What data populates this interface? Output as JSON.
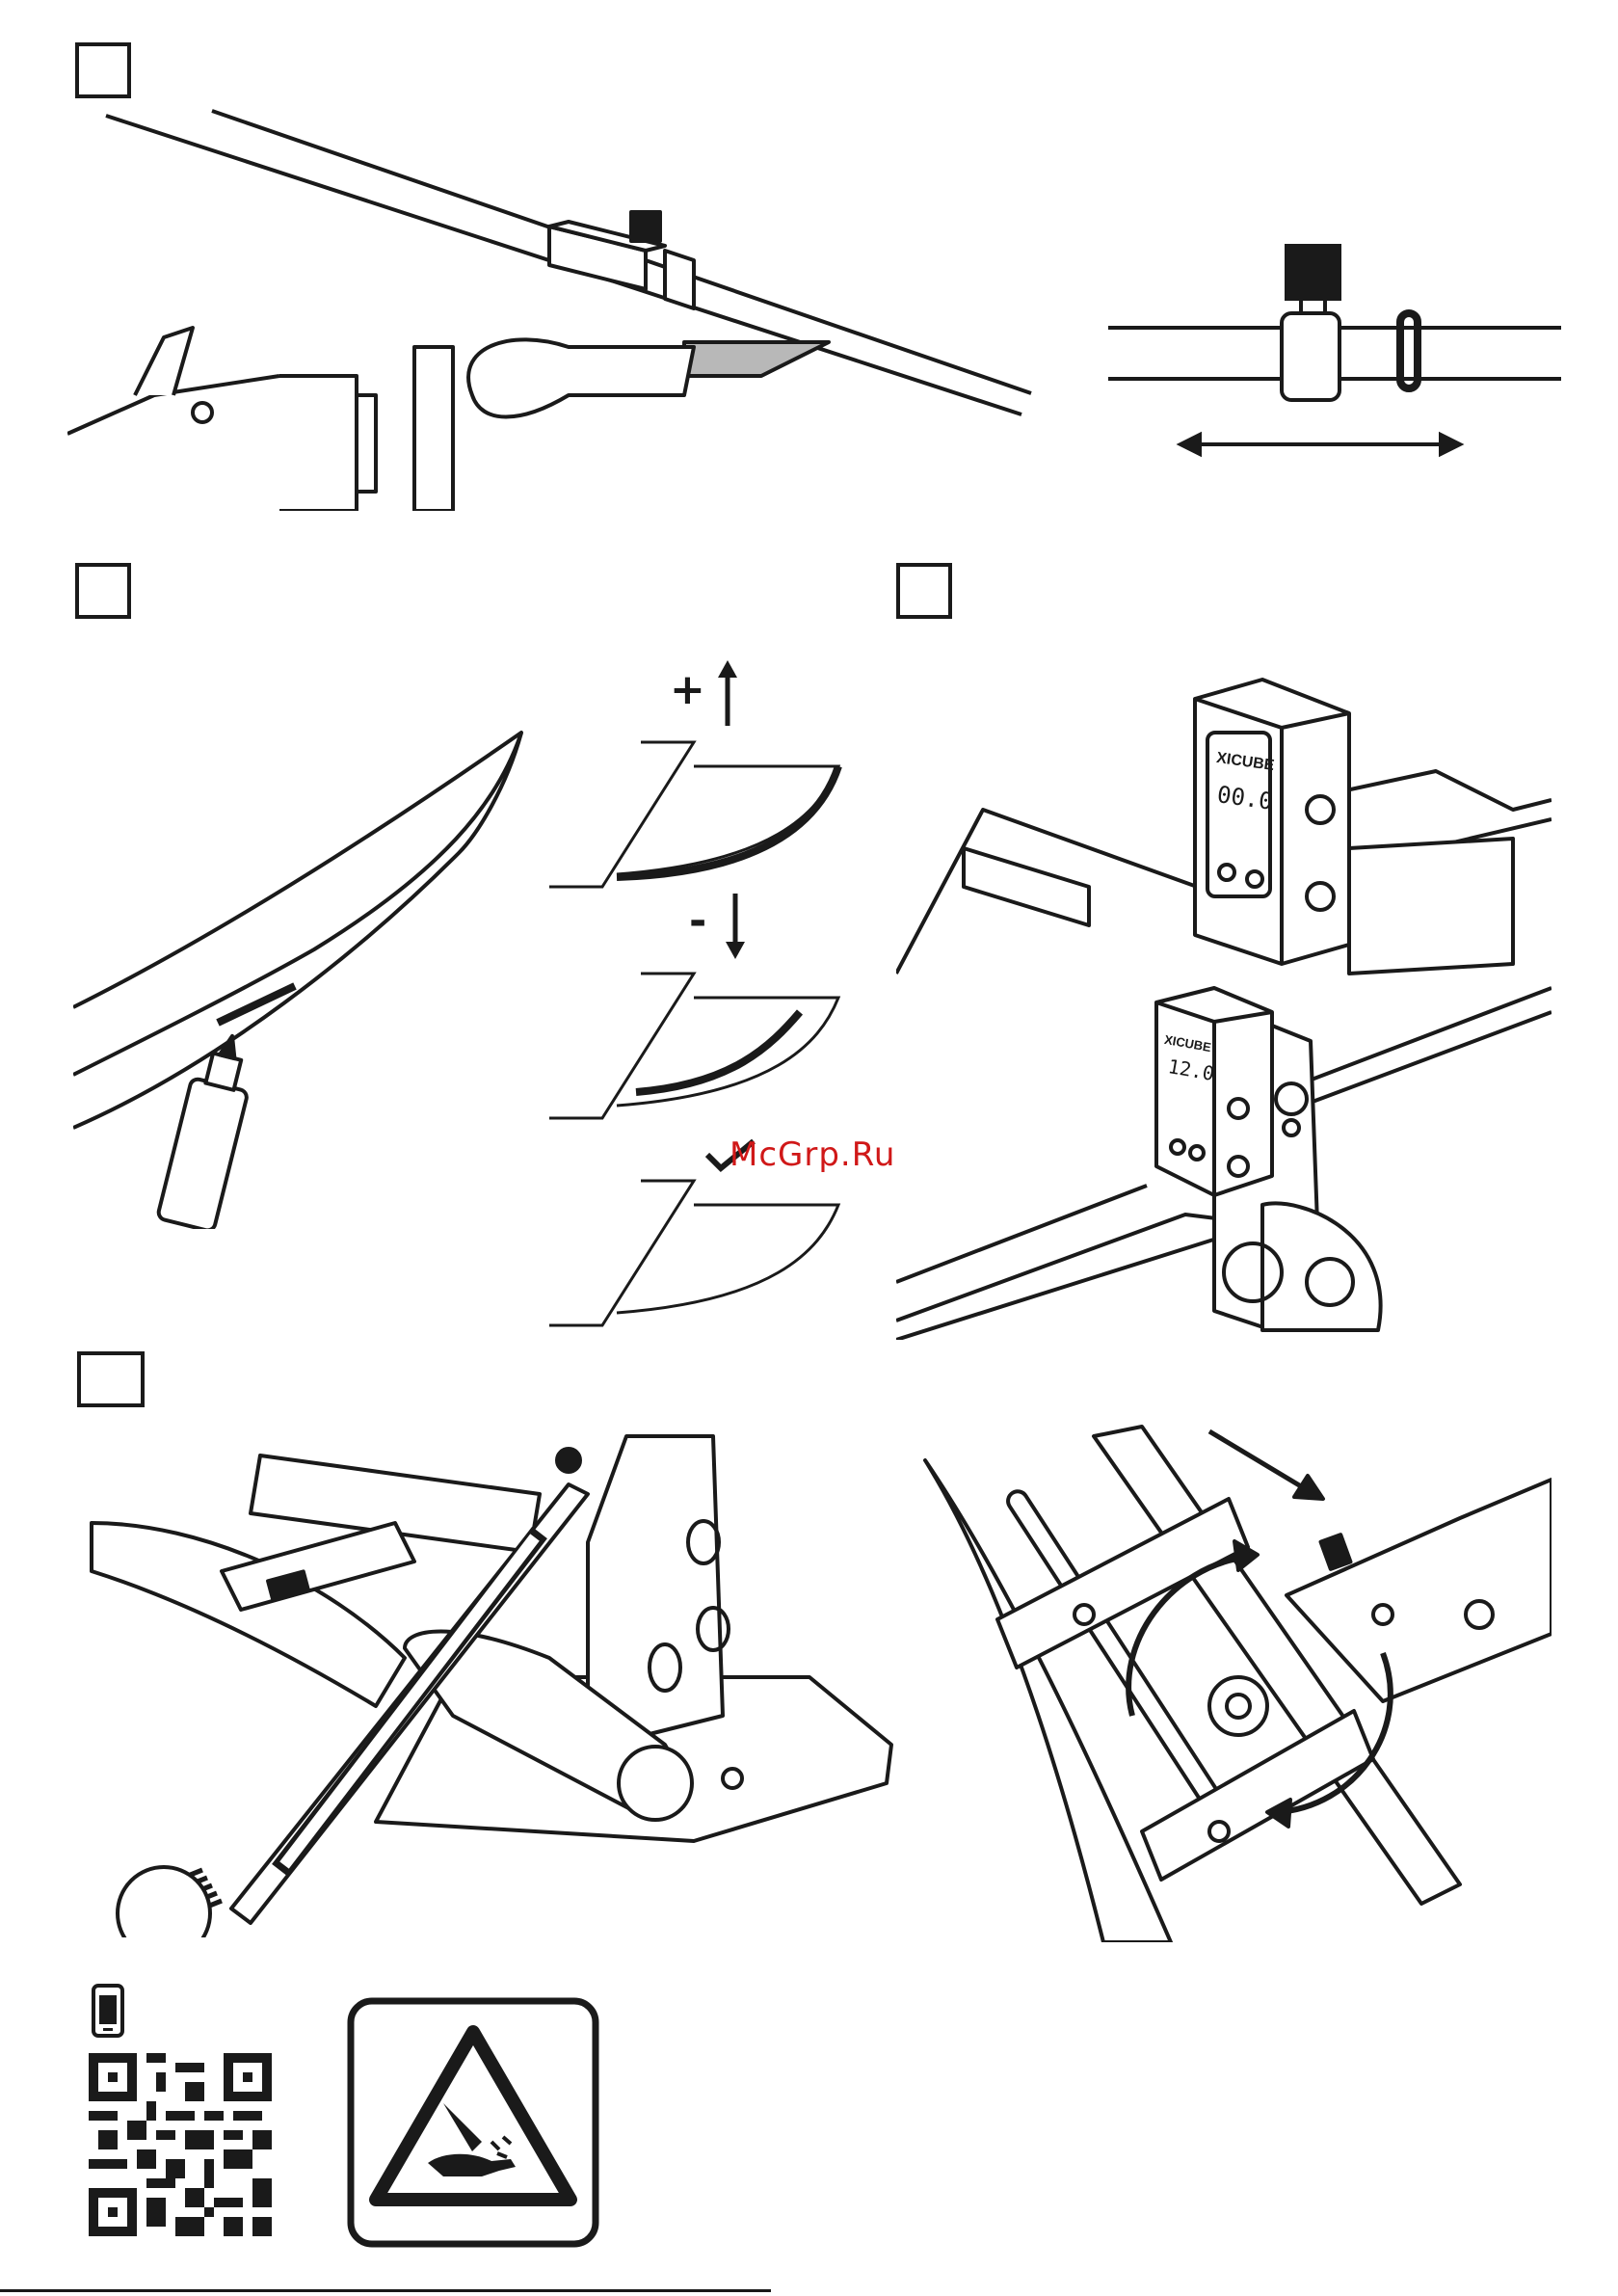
{
  "steps": {
    "plus_sign": "+",
    "minus_sign": "-"
  },
  "device": {
    "brand_text": "XICUBE",
    "reading_top": "00.0",
    "reading_bottom": "12.0"
  },
  "watermark": "McGrp.Ru",
  "colors": {
    "line": "#1a1a1a",
    "watermark": "#d01818",
    "checkmark": "#1a1a1a"
  },
  "icons": {
    "warning": "cut-hazard-warning-icon",
    "phone": "smartphone-icon",
    "qr": "qr-code"
  }
}
